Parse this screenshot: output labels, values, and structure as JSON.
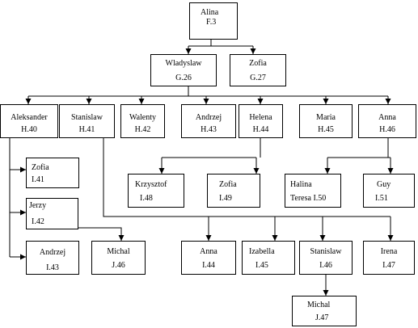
{
  "nodes": {
    "alina": {
      "name": "Alina",
      "code": "F.3"
    },
    "wladyslaw": {
      "name": "Wladyslaw",
      "code": "G.26"
    },
    "zofia_g": {
      "name": "Zofia",
      "code": "G.27"
    },
    "aleksander": {
      "name": "Aleksander",
      "code": "H.40"
    },
    "stanislaw_h": {
      "name": "Stanislaw",
      "code": "H.41"
    },
    "walenty": {
      "name": "Walenty",
      "code": "H.42"
    },
    "andrzej_h": {
      "name": "Andrzej",
      "code": "H.43"
    },
    "helena": {
      "name": "Helena",
      "code": "H.44"
    },
    "maria": {
      "name": "Maria",
      "code": "H.45"
    },
    "anna_h": {
      "name": "Anna",
      "code": "H.46"
    },
    "zofia_i": {
      "name": "Zofia",
      "code": "I.41"
    },
    "jerzy": {
      "name": "Jerzy",
      "code": "I.42"
    },
    "andrzej_i": {
      "name": "Andrzej",
      "code": "I.43"
    },
    "krzysztof": {
      "name": "Krzysztof",
      "code": "I.48"
    },
    "zofia_i49": {
      "name": "Zofia",
      "code": "I.49"
    },
    "halina": {
      "name": "Halina",
      "code": "Teresa I.50"
    },
    "guy": {
      "name": "Guy",
      "code": "I.51"
    },
    "michal_j46": {
      "name": "Michal",
      "code": "J.46"
    },
    "anna_i": {
      "name": "Anna",
      "code": "I.44"
    },
    "izabella": {
      "name": "Izabella",
      "code": "I.45"
    },
    "stanislaw_i": {
      "name": "Stanislaw",
      "code": "I.46"
    },
    "irena": {
      "name": "Irena",
      "code": "I.47"
    },
    "michal_j47": {
      "name": "Michal",
      "code": "J.47"
    }
  }
}
